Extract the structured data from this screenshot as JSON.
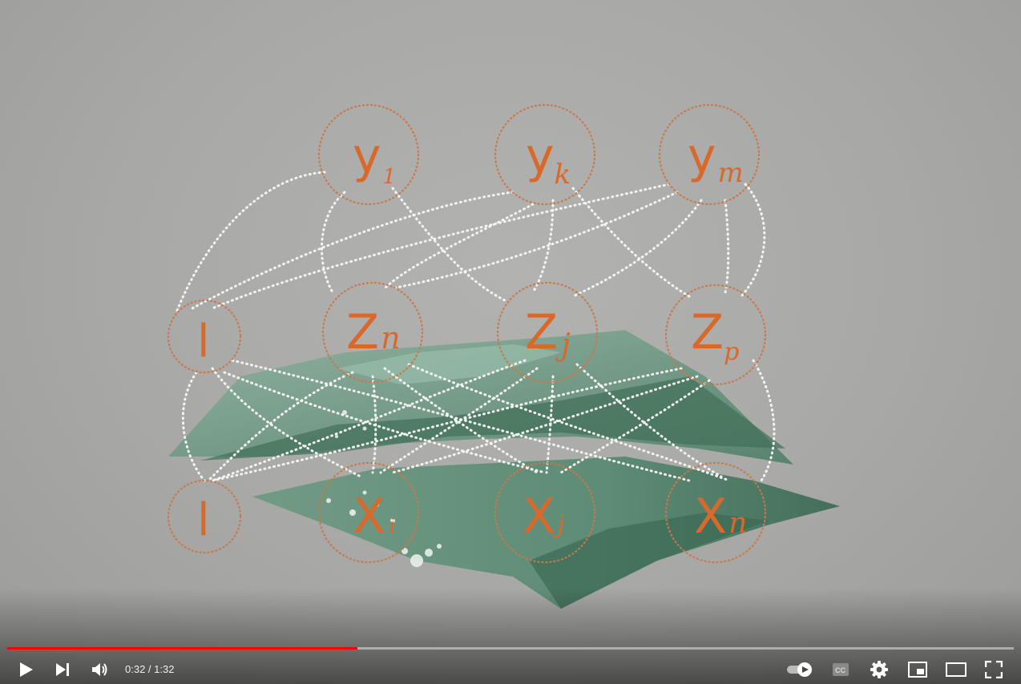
{
  "video": {
    "diagram": {
      "top_row": [
        {
          "main": "y",
          "sub": "1"
        },
        {
          "main": "y",
          "sub": "k"
        },
        {
          "main": "y",
          "sub": "m"
        }
      ],
      "middle_row": [
        {
          "main": "l",
          "sub": ""
        },
        {
          "main": "Z",
          "sub": "n"
        },
        {
          "main": "Z",
          "sub": "j"
        },
        {
          "main": "Z",
          "sub": "p"
        }
      ],
      "bottom_row": [
        {
          "main": "l",
          "sub": ""
        },
        {
          "main": "X",
          "sub": "i"
        },
        {
          "main": "X",
          "sub": "j"
        },
        {
          "main": "X",
          "sub": "n"
        }
      ]
    }
  },
  "player": {
    "current_time": "0:32",
    "duration": "1:32",
    "progress_fraction": 0.348,
    "colors": {
      "progress": "#ff0000",
      "node_text": "#d9692a"
    },
    "icons": [
      "play-icon",
      "next-icon",
      "volume-icon",
      "autoplay-toggle-icon",
      "captions-icon",
      "settings-icon",
      "miniplayer-icon",
      "theater-mode-icon",
      "fullscreen-icon"
    ]
  }
}
